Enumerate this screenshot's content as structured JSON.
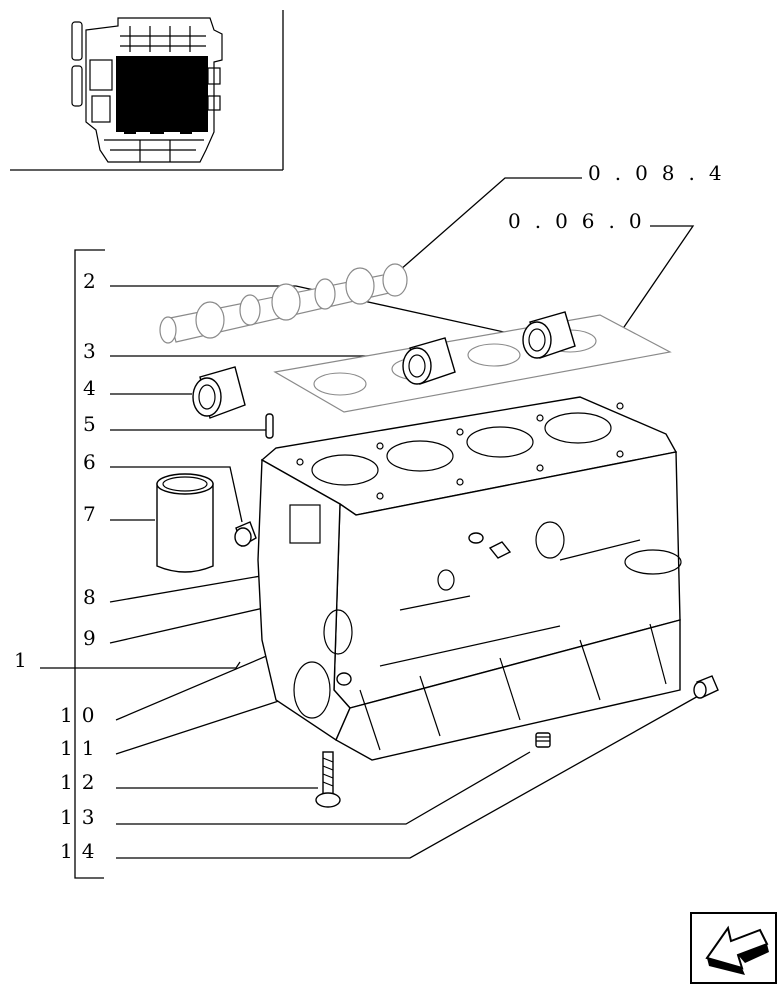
{
  "diagram": {
    "callouts": [
      {
        "id": "1",
        "label": "1"
      },
      {
        "id": "2",
        "label": "2"
      },
      {
        "id": "3",
        "label": "3"
      },
      {
        "id": "4",
        "label": "4"
      },
      {
        "id": "5",
        "label": "5"
      },
      {
        "id": "6",
        "label": "6"
      },
      {
        "id": "7",
        "label": "7"
      },
      {
        "id": "8",
        "label": "8"
      },
      {
        "id": "9",
        "label": "9"
      },
      {
        "id": "10",
        "label": "10"
      },
      {
        "id": "11",
        "label": "11"
      },
      {
        "id": "12",
        "label": "12"
      },
      {
        "id": "13",
        "label": "13"
      },
      {
        "id": "14",
        "label": "14"
      }
    ],
    "references": [
      {
        "id": "ref-camshaft",
        "label": "0.08.4"
      },
      {
        "id": "ref-gasket",
        "label": "0.06.0"
      }
    ]
  },
  "navigation": {
    "next_icon": "arrow-next-icon"
  }
}
